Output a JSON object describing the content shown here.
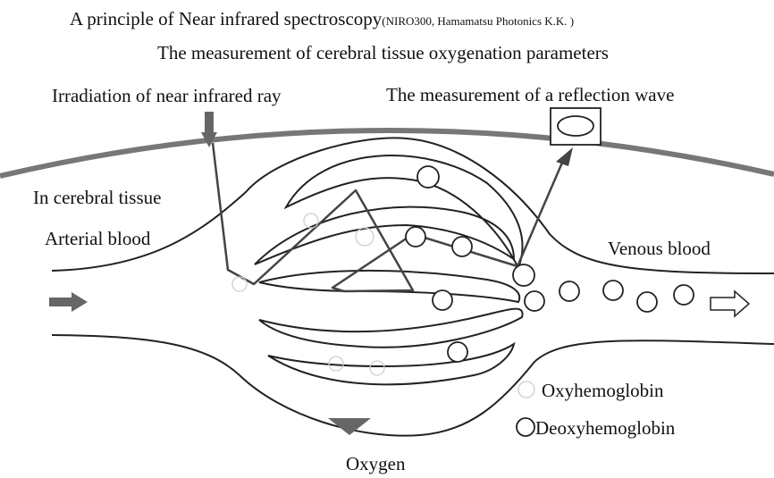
{
  "title": {
    "main": "A principle of Near infrared spectroscopy",
    "source": "(NIRO300, Hamamatsu Photonics K.K. )",
    "subtitle": "The measurement of cerebral tissue oxygenation parameters"
  },
  "labels": {
    "irradiation": "Irradiation of near infrared ray",
    "reflection": "The measurement of a reflection wave",
    "cerebral_tissue": "In cerebral tissue",
    "arterial": "Arterial blood",
    "venous": "Venous blood",
    "oxygen": "Oxygen"
  },
  "legend": {
    "oxy": "Oxyhemoglobin",
    "deoxy": "Deoxyhemoglobin"
  },
  "colors": {
    "line": "#222222",
    "skull": "#777777",
    "arrow_fill": "#666666",
    "ray": "#444444"
  }
}
